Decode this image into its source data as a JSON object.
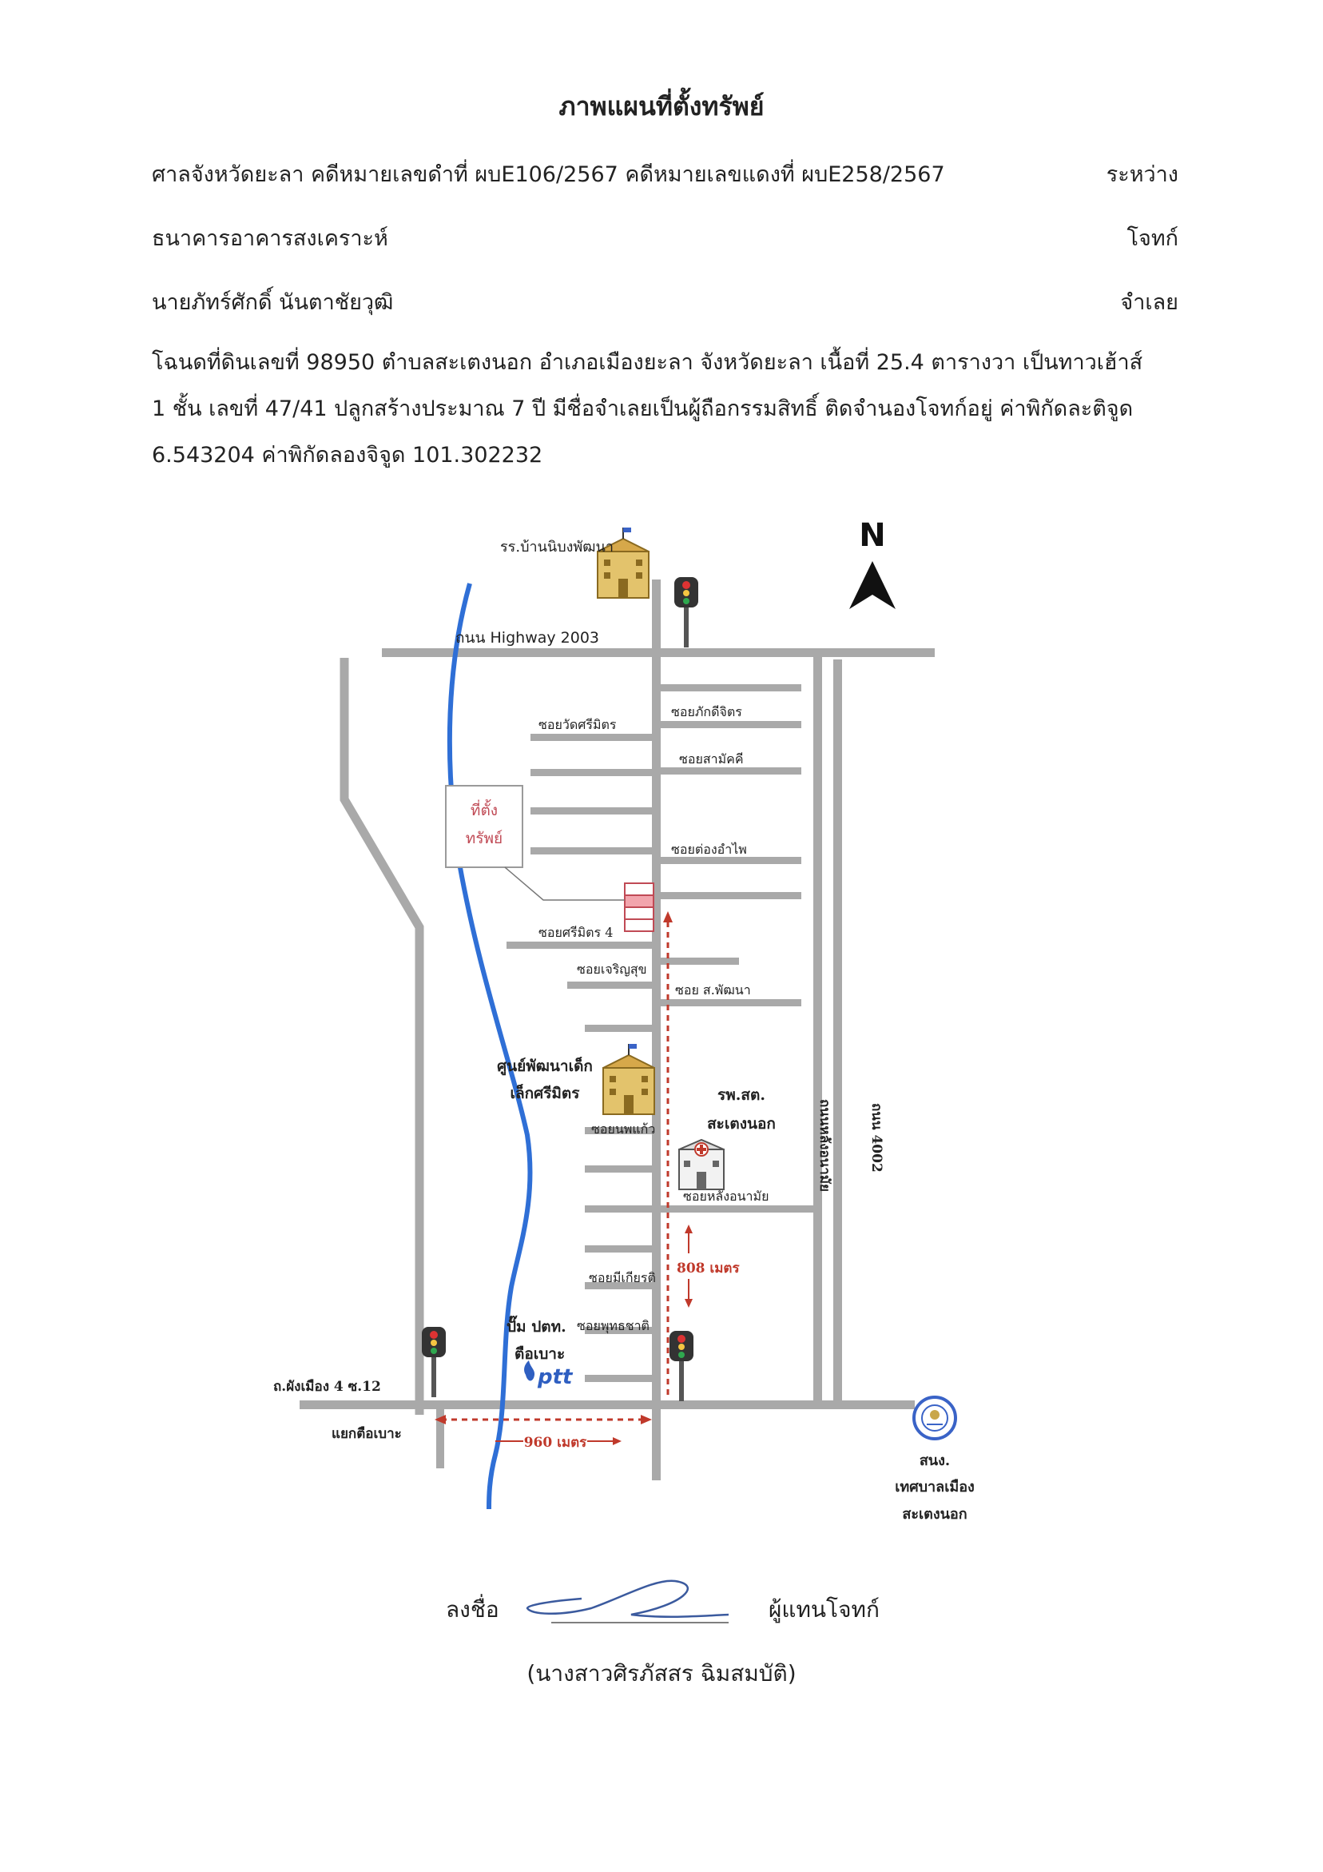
{
  "document": {
    "title": "ภาพแผนที่ตั้งทรัพย์",
    "court_line": "ศาลจังหวัดยะลา คดีหมายเลขดำที่ ผบE106/2567 คดีหมายเลขแดงที่ ผบE258/2567",
    "between_label": "ระหว่าง",
    "plaintiff_name": "ธนาคารอาคารสงเคราะห์",
    "plaintiff_label": "โจทก์",
    "defendant_name": "นายภัทร์ศักดิ์ นันตาชัยวุฒิ",
    "defendant_label": "จำเลย",
    "description_lines": [
      "โฉนดที่ดินเลขที่ 98950  ตำบลสะเตงนอก อำเภอเมืองยะลา จังหวัดยะลา เนื้อที่ 25.4 ตารางวา เป็นทาวเฮ้าส์",
      "1 ชั้น เลขที่ 47/41 ปลูกสร้างประมาณ 7 ปี มีชื่อจำเลยเป็นผู้ถือกรรมสิทธิ์ ติดจำนองโจทก์อยู่ ค่าพิกัดละติจูด",
      "6.543204 ค่าพิกัดลองจิจูด 101.302232"
    ]
  },
  "map": {
    "north_label": "N",
    "school_label": "รร.บ้านนิบงพัฒนา",
    "highway_label": "ถนน  Highway 2003",
    "property_label_lines": [
      "ที่ตั้ง",
      "ทรัพย์"
    ],
    "soi_labels": {
      "soi_wat_sirimit": "ซอยวัดศรีมิตร",
      "soi_phakdi_jit": "ซอยภักดีจิตร",
      "soi_samakkhi": "ซอยสามัคคี",
      "soi_tong_amphai": "ซอยต่องอำไพ",
      "soi_sirimit_4": "ซอยศรีมิตร  4",
      "soi_charoen_suk": "ซอยเจริญสุข",
      "soi_sor_phatthana": "ซอย ส.พัฒนา",
      "soi_nophakao": "ซอยนพแก้ว",
      "soi_lang_anamai": "ซอยหลังอนามัย",
      "soi_mi_kiat": "ซอยมีเกียรติ",
      "soi_phuttha_chat": "ซอยพุทธชาติ"
    },
    "child_center_lines": [
      "ศูนย์พัฒนาเด็ก",
      "เล็กศรีมิตร"
    ],
    "hospital_lines": [
      "รพ.สต.",
      "สะเตงนอก"
    ],
    "road_lang_anamai": "ถนนหลังอนามัย",
    "road_4002": "ถนน 4002",
    "distance_vertical": "808 เมตร",
    "distance_horizontal": "960 เมตร",
    "ptt_lines": [
      "ปั๊ม ปตท.",
      "ตือเบาะ"
    ],
    "ptt_logo_text": "ptt",
    "road_phang_mueang": "ถ.ผังเมือง 4 ซ.12",
    "junction_label": "แยกตือเบาะ",
    "municipality_lines": [
      "สนง.",
      "เทศบาลเมือง",
      "สะเตงนอก"
    ],
    "colors": {
      "road": "#a9a9a9",
      "river": "#2f6fd6",
      "distance": "#c0392b",
      "property_box": "#f2a5ad",
      "property_label": "#c04a55"
    }
  },
  "signature": {
    "sign_label": "ลงชื่อ",
    "role_label": "ผู้แทนโจทก์",
    "printed_name": "(นางสาวศิรภัสสร ฉิมสมบัติ)"
  }
}
